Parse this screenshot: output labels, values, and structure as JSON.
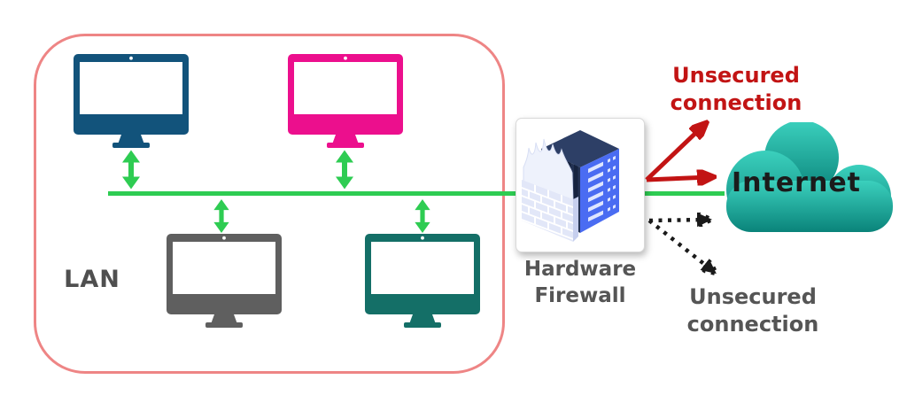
{
  "lan": {
    "label": "LAN",
    "border_color": "#ee8585",
    "text_color": "#4f4f4f"
  },
  "monitors": [
    {
      "name": "top-left",
      "color": "#12537b"
    },
    {
      "name": "top-right",
      "color": "#ec0f8d"
    },
    {
      "name": "bottom-left",
      "color": "#5f5f5f"
    },
    {
      "name": "bottom-right",
      "color": "#146f67"
    }
  ],
  "bus": {
    "color": "#2ecc52"
  },
  "firewall": {
    "label_line1": "Hardware",
    "label_line2": "Firewall",
    "label_color": "#555555",
    "server_front_blue": "#4a6cf2",
    "server_top_navy": "#2d3f66",
    "server_side_navy": "#233253",
    "brick_color": "#e2e7f8"
  },
  "internet": {
    "label": "Internet",
    "label_color": "#1b1b1b",
    "cloud_top_color": "#3bd0bd",
    "cloud_bottom_color": "#0a837a"
  },
  "annotations": {
    "unsecured_top": {
      "line1": "Unsecured",
      "line2": "connection",
      "color": "#c21414"
    },
    "unsecured_bottom": {
      "line1": "Unsecured",
      "line2": "connection",
      "color": "#555555"
    },
    "dotted_arrow_color": "#1a1a1a"
  }
}
